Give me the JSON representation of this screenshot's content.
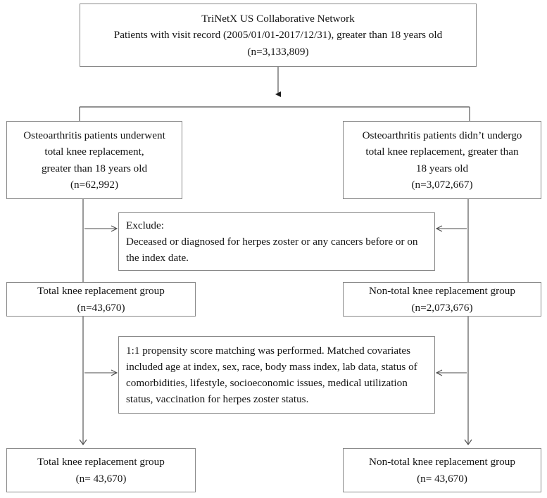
{
  "figure": {
    "type": "flowchart",
    "title": "Patient selection flow diagram",
    "background_color": "#ffffff",
    "line_color": "#6f6f6f",
    "text_color": "#141414"
  },
  "nodes": {
    "source_cohort": {
      "label": "source-cohort",
      "lines": [
        "TriNetX US Collaborative Network",
        "Patients with visit record (2005/01/01-2017/12/31), greater than 18 years old",
        "(n=3,133,809)"
      ],
      "n": "3,133,809"
    },
    "tkr_eligible": {
      "label": "osteoarthritis-underwent-tkr",
      "lines": [
        "Osteoarthritis patients underwent",
        "total knee replacement,",
        "greater than 18 years old",
        "(n=62,992)"
      ],
      "n": "62,992"
    },
    "non_tkr_eligible": {
      "label": "osteoarthritis-did-not-undergo-tkr",
      "lines": [
        "Osteoarthritis patients didn’t undergo",
        "total knee replacement, greater than",
        "18 years old",
        "(n=3,072,667)"
      ],
      "n": "3,072,667"
    },
    "exclusion": {
      "label": "exclusion-criteria",
      "lines": [
        "Exclude:",
        "Deceased or diagnosed for herpes zoster or any cancers before or on the index date."
      ]
    },
    "tkr_group": {
      "label": "total-knee-replacement-group",
      "lines": [
        "Total knee replacement group",
        "(n=43,670)"
      ],
      "n": "43,670"
    },
    "non_tkr_group": {
      "label": "non-total-knee-replacement-group",
      "lines": [
        "Non-total knee replacement group",
        "(n=2,073,676)"
      ],
      "n": "2,073,676"
    },
    "matching": {
      "label": "propensity-score-matching",
      "lines": [
        "1:1 propensity score matching was performed. Matched covariates included age at index, sex, race, body mass index, lab data, status of comorbidities, lifestyle, socioeconomic issues, medical utilization status, vaccination for herpes zoster status."
      ]
    },
    "tkr_matched": {
      "label": "total-knee-replacement-group-matched",
      "lines": [
        "Total knee replacement group",
        "(n= 43,670)"
      ],
      "n": "43,670"
    },
    "non_tkr_matched": {
      "label": "non-total-knee-replacement-group-matched",
      "lines": [
        "Non-total knee replacement group",
        "(n= 43,670)"
      ],
      "n": "43,670"
    }
  },
  "connectors": [
    {
      "name": "source-to-split",
      "kind": "arrow-down-filled"
    },
    {
      "name": "split-bar",
      "kind": "horizontal-bar"
    },
    {
      "name": "split-to-tkr",
      "kind": "line-down"
    },
    {
      "name": "split-to-non-tkr",
      "kind": "line-down"
    },
    {
      "name": "tkr-to-exclusion",
      "kind": "arrow-right-open"
    },
    {
      "name": "non-tkr-to-exclusion",
      "kind": "arrow-left-open"
    },
    {
      "name": "tkr-to-group",
      "kind": "line-down"
    },
    {
      "name": "non-tkr-to-group",
      "kind": "line-down"
    },
    {
      "name": "tkr-group-to-matching",
      "kind": "arrow-right-open"
    },
    {
      "name": "non-tkr-group-to-matching",
      "kind": "arrow-left-open"
    },
    {
      "name": "tkr-group-to-matched",
      "kind": "arrow-down-open"
    },
    {
      "name": "non-tkr-group-to-matched",
      "kind": "arrow-down-open"
    }
  ]
}
